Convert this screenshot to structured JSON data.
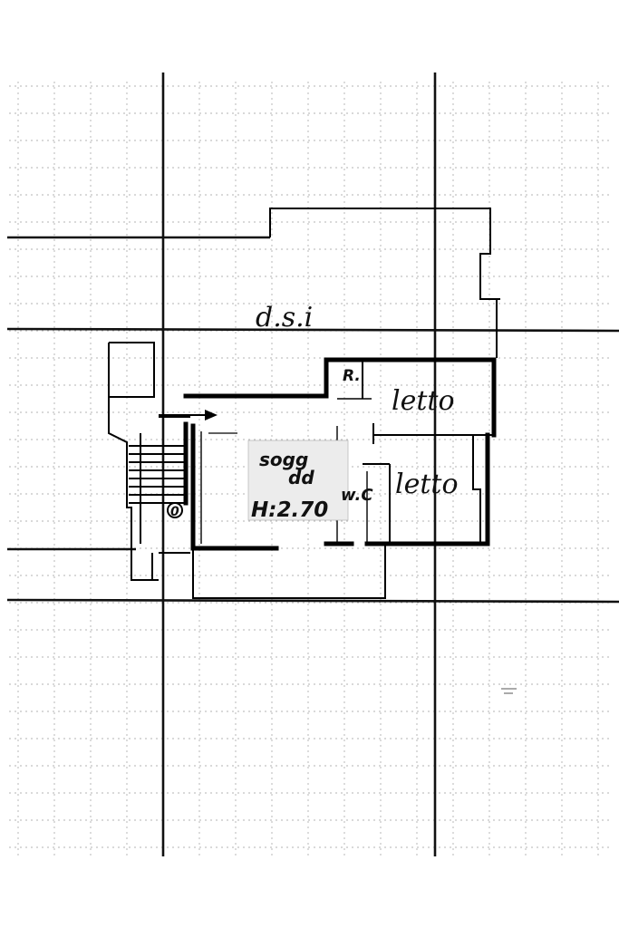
{
  "plan": {
    "labels": {
      "dsi": "d.s.i",
      "ripostiglio": "R.",
      "letto_1": "letto",
      "letto_2": "letto",
      "soggiorno_line1": "sogg",
      "soggiorno_line2": "dd",
      "wc": "w.C",
      "height": "H:2.70",
      "circle_mark": "0"
    },
    "colors": {
      "ink": "#000000",
      "grid": "#9a9a9a",
      "paper": "#ffffff",
      "label_bg": "#e9e9e9",
      "soggiorno_ink": "#555555"
    }
  }
}
